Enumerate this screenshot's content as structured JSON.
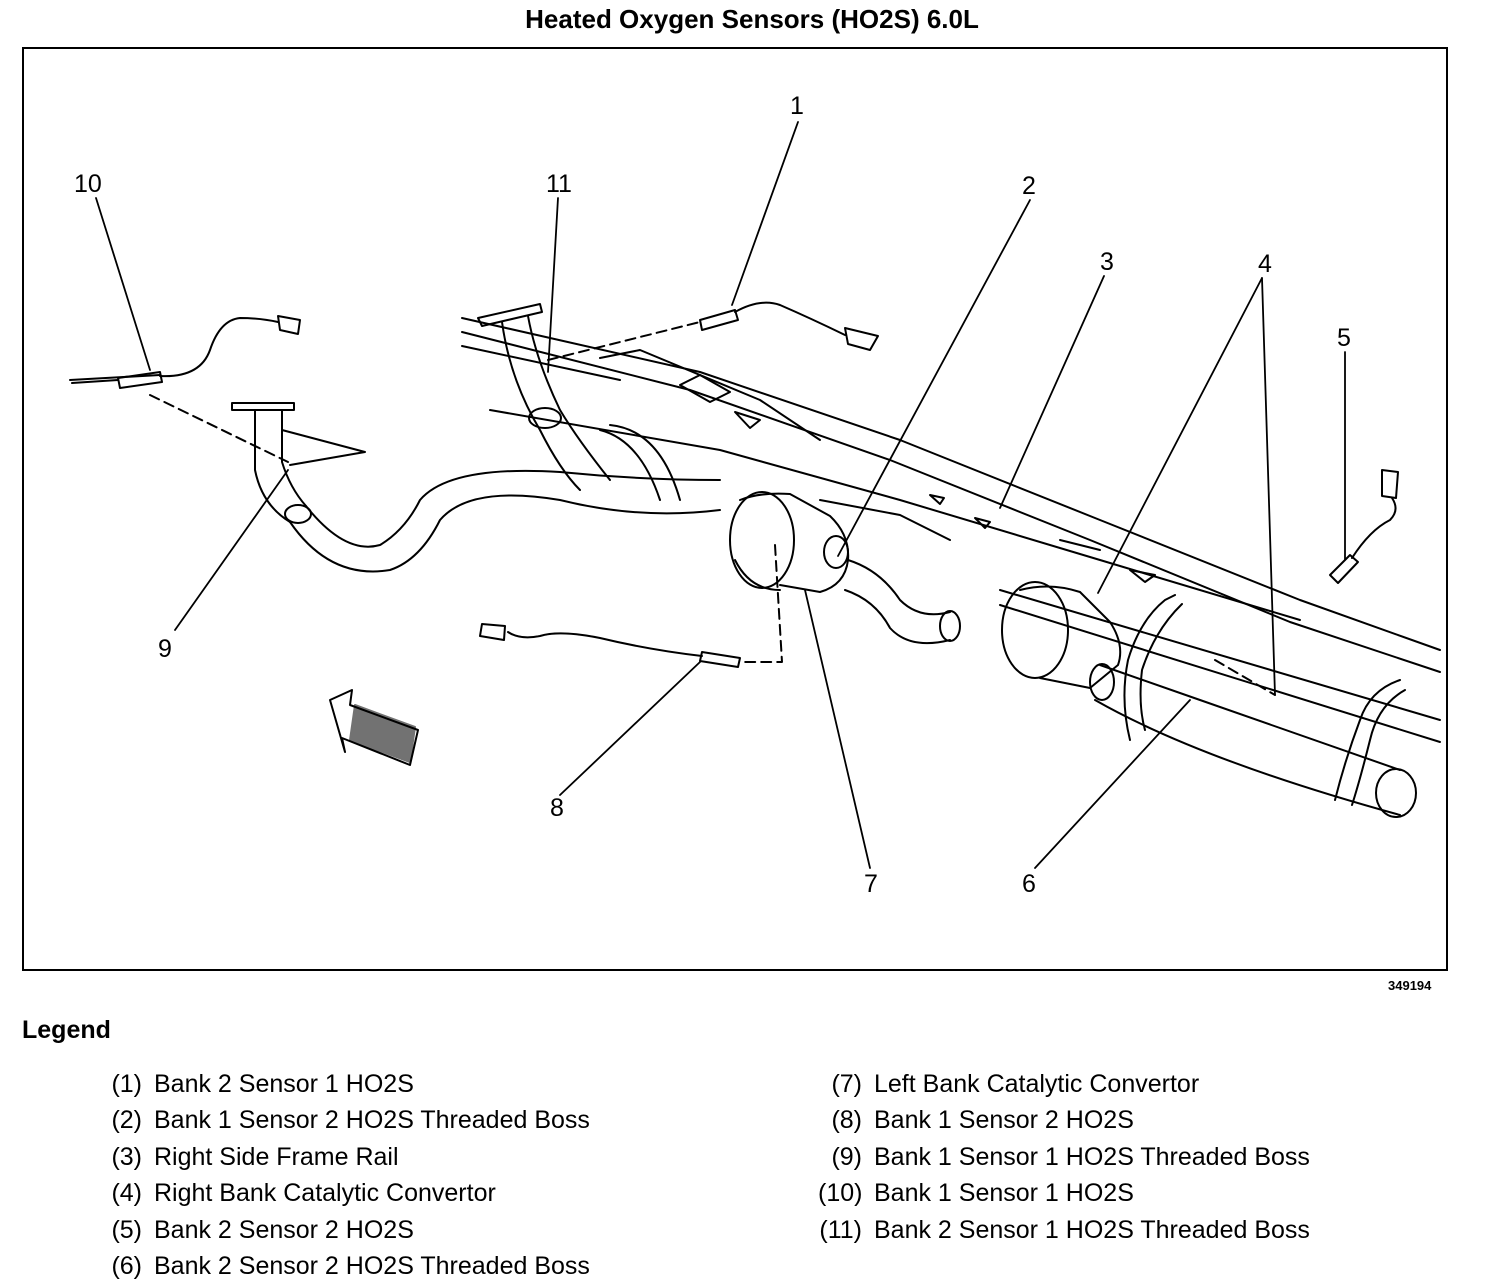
{
  "title": "Heated Oxygen Sensors (HO2S) 6.0L",
  "figure_id": "349194",
  "callouts": [
    "1",
    "2",
    "3",
    "4",
    "5",
    "6",
    "7",
    "8",
    "9",
    "10",
    "11"
  ],
  "legend": {
    "heading": "Legend",
    "left": [
      {
        "num": "(1)",
        "text": "Bank 2 Sensor 1 HO2S"
      },
      {
        "num": "(2)",
        "text": "Bank 1 Sensor 2 HO2S Threaded Boss"
      },
      {
        "num": "(3)",
        "text": "Right Side Frame Rail"
      },
      {
        "num": "(4)",
        "text": "Right Bank Catalytic Convertor"
      },
      {
        "num": "(5)",
        "text": "Bank 2 Sensor 2 HO2S"
      },
      {
        "num": "(6)",
        "text": "Bank 2 Sensor 2 HO2S Threaded Boss"
      }
    ],
    "right": [
      {
        "num": "(7)",
        "text": "Left Bank Catalytic Convertor"
      },
      {
        "num": "(8)",
        "text": "Bank 1 Sensor 2 HO2S"
      },
      {
        "num": "(9)",
        "text": "Bank 1 Sensor 1 HO2S Threaded Boss"
      },
      {
        "num": "(10)",
        "text": "Bank 1 Sensor 1 HO2S"
      },
      {
        "num": "(11)",
        "text": "Bank 2 Sensor 1 HO2S Threaded Boss"
      }
    ]
  }
}
